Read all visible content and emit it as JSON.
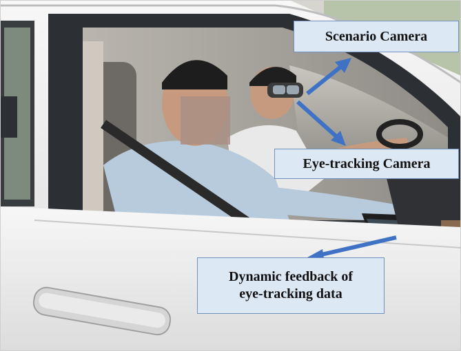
{
  "figure": {
    "alt": "",
    "annotations": {
      "scenario_camera": "Scenario Camera",
      "eye_tracking_camera": "Eye-tracking Camera",
      "feedback_line1": "Dynamic feedback of",
      "feedback_line2": "eye-tracking data"
    }
  },
  "colors": {
    "callout_fill": "#dde8f5",
    "callout_border": "#6f8fc0",
    "arrow": "#3f72c4",
    "car_body": "#f2f2f2",
    "window_frame": "#2c2f33"
  }
}
